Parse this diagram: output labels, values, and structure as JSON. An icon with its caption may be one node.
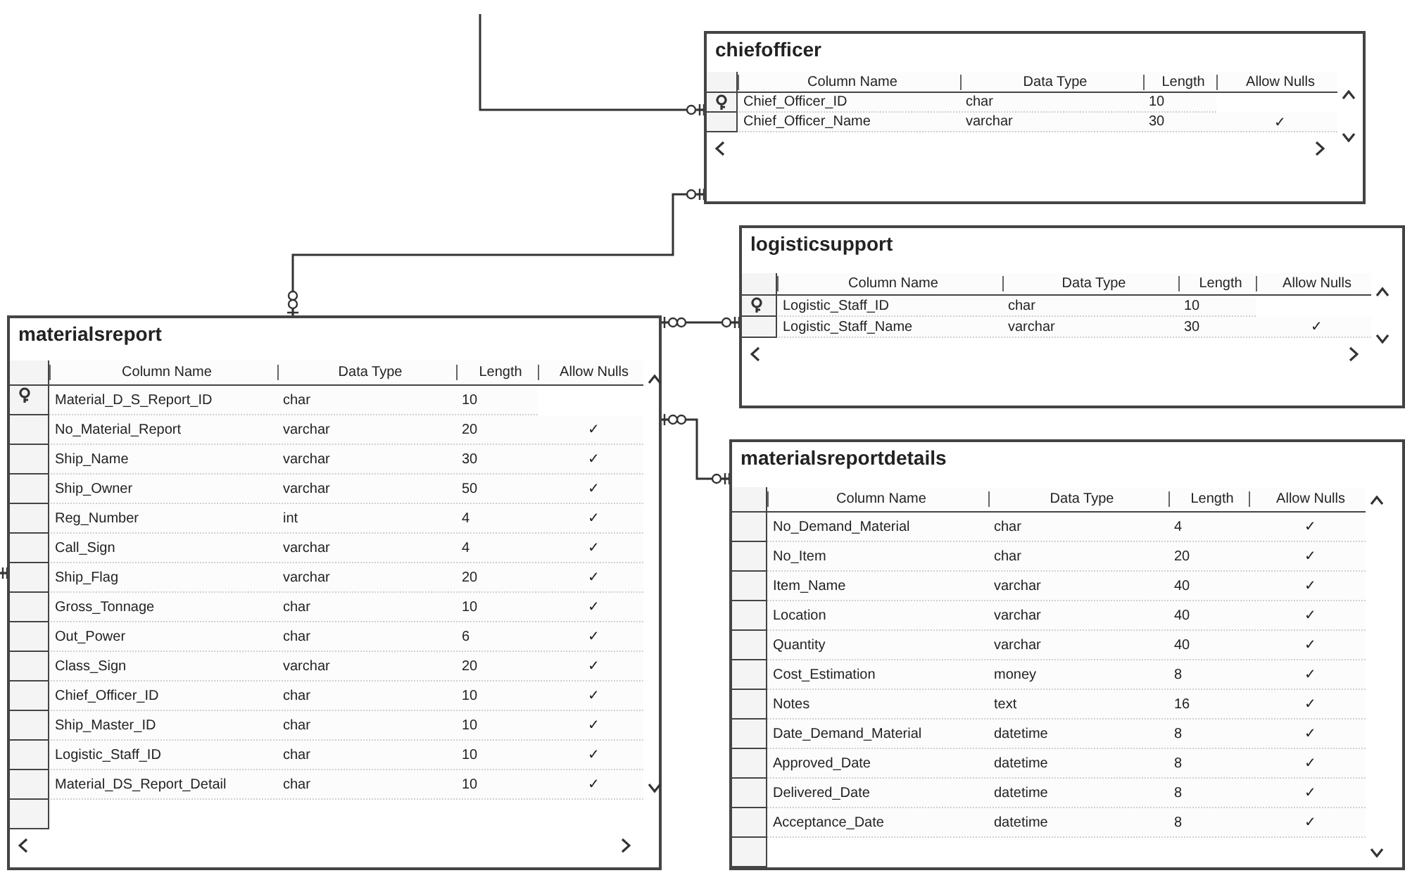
{
  "diagram": {
    "nodes": [
      {
        "text": [
          "chiefofficer"
        ]
      },
      {
        "text": [
          "Column Name",
          "Data Type",
          "Length",
          "Allow Nulls"
        ],
        "in": 0
      },
      {
        "text": [
          "Chief_Officer_ID",
          "char",
          "10"
        ],
        "in": 0
      },
      {
        "text": [
          "Chief_Officer_Name",
          "varchar",
          "30",
          "✓"
        ],
        "in": 0
      },
      {
        "text": [
          "logisticsupport"
        ]
      },
      {
        "text": [
          "Column Name",
          "Data Type",
          "Length",
          "Allow Nulls"
        ],
        "in": 4
      },
      {
        "text": [
          "Logistic_Staff_ID",
          "char",
          "10"
        ],
        "in": 4
      },
      {
        "text": [
          "Logistic_Staff_Name",
          "varchar",
          "30",
          "✓"
        ],
        "in": 4
      },
      {
        "text": [
          "materialsreport"
        ]
      },
      {
        "text": [
          "Column Name",
          "Data Type",
          "Length",
          "Allow Nulls"
        ],
        "in": 8
      },
      {
        "text": [
          "Material_D_S_Report_ID",
          "char",
          "10"
        ],
        "in": 8
      },
      {
        "text": [
          "No_Material_Report",
          "varchar",
          "20",
          "✓"
        ],
        "in": 8
      },
      {
        "text": [
          "Ship_Name",
          "varchar",
          "30",
          "✓"
        ],
        "in": 8
      },
      {
        "text": [
          "Ship_Owner",
          "varchar",
          "50",
          "✓"
        ],
        "in": 8
      },
      {
        "text": [
          "Reg_Number",
          "int",
          "4",
          "✓"
        ],
        "in": 8
      },
      {
        "text": [
          "Call_Sign",
          "varchar",
          "4",
          "✓"
        ],
        "in": 8
      },
      {
        "text": [
          "Ship_Flag",
          "varchar",
          "20",
          "✓"
        ],
        "in": 8
      },
      {
        "text": [
          "Gross_Tonnage",
          "char",
          "10",
          "✓"
        ],
        "in": 8
      },
      {
        "text": [
          "Out_Power",
          "char",
          "6",
          "✓"
        ],
        "in": 8
      },
      {
        "text": [
          "Class_Sign",
          "varchar",
          "20",
          "✓"
        ],
        "in": 8
      },
      {
        "text": [
          "Chief_Officer_ID",
          "char",
          "10",
          "✓"
        ],
        "in": 8
      },
      {
        "text": [
          "Ship_Master_ID",
          "char",
          "10",
          "✓"
        ],
        "in": 8
      },
      {
        "text": [
          "Logistic_Staff_ID",
          "char",
          "10",
          "✓"
        ],
        "in": 8
      },
      {
        "text": [
          "Material_DS_Report_Detail",
          "char",
          "10",
          "✓"
        ],
        "in": 8
      },
      {
        "text": [
          "materialsreportdetails"
        ]
      },
      {
        "text": [
          "Column Name",
          "Data Type",
          "Length",
          "Allow Nulls"
        ],
        "in": 24
      },
      {
        "text": [
          "No_Demand_Material",
          "char",
          "4",
          "✓"
        ],
        "in": 24
      },
      {
        "text": [
          "No_Item",
          "char",
          "20",
          "✓"
        ],
        "in": 24
      },
      {
        "text": [
          "Item_Name",
          "varchar",
          "40",
          "✓"
        ],
        "in": 24
      },
      {
        "text": [
          "Location",
          "varchar",
          "40",
          "✓"
        ],
        "in": 24
      },
      {
        "text": [
          "Quantity",
          "varchar",
          "40",
          "✓"
        ],
        "in": 24
      },
      {
        "text": [
          "Cost_Estimation",
          "money",
          "8",
          "✓"
        ],
        "in": 24
      },
      {
        "text": [
          "Notes",
          "text",
          "16",
          "✓"
        ],
        "in": 24
      },
      {
        "text": [
          "Date_Demand_Material",
          "datetime",
          "8",
          "✓"
        ],
        "in": 24
      },
      {
        "text": [
          "Approved_Date",
          "datetime",
          "8",
          "✓"
        ],
        "in": 24
      },
      {
        "text": [
          "Delivered_Date",
          "datetime",
          "8",
          "✓"
        ],
        "in": 24
      },
      {
        "text": [
          "Acceptance_Date",
          "datetime",
          "8",
          "✓"
        ],
        "in": 24
      }
    ],
    "edges": [
      {
        "from": null,
        "to": 0,
        "arrow": "other"
      },
      {
        "from": 8,
        "to": 0,
        "arrow": "other"
      },
      {
        "from": 8,
        "to": 4,
        "arrow": "other"
      },
      {
        "from": 8,
        "to": 24,
        "arrow": "other"
      },
      {
        "from": null,
        "to": 8,
        "arrow": "other"
      }
    ]
  }
}
